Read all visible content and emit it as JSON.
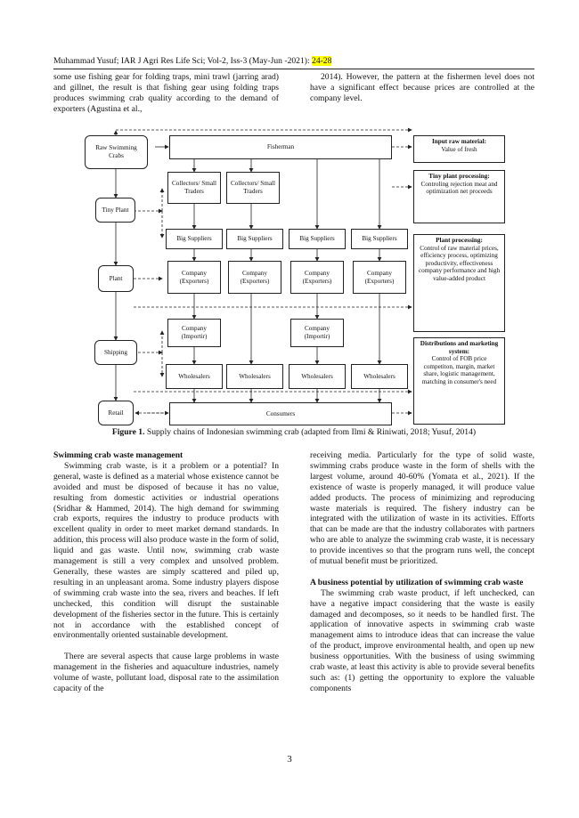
{
  "header": {
    "running_head": "Muhammad Yusuf; IAR J Agri Res Life Sci; Vol-2, Iss-3 (May-Jun -2021): ",
    "page_range": "24-28"
  },
  "top_left_text": "some use fishing gear for folding traps, mini trawl (jarring arad) and gillnet, the result is that fishing gear using folding traps produces swimming crab quality according to the demand of exporters (Agustina et al., ",
  "top_right_text": "2014). However, the pattern at the fishermen level does not have a significant effect because prices are controlled at the company level.",
  "figure": {
    "raw": "Raw Swimming Crabs",
    "fisherman": "Fisherman",
    "tiny_plant": "Tiny Plant",
    "plant": "Plant",
    "shipping": "Shipping",
    "retail": "Retail",
    "collectors": "Collectors/ Small Traders",
    "big_suppliers": "Big Suppliers",
    "company_exporters": "Company (Exporters)",
    "company_importir": "Company (Importir)",
    "wholesalers": "Wholesalers",
    "consumers": "Consumers",
    "side1_title": "Input raw material:",
    "side1_body": "Value of fresh",
    "side2_title": "Tiny plant processing:",
    "side2_body": "Controling rejection meat and optimization net proceeds",
    "side3_title": "Plant processing:",
    "side3_body": "Control of raw material prices, efficiency process, optimizing productivity, effectiveness company performance and high value-added product",
    "side4_title": "Distributions and marketing system:",
    "side4_body": "Control of FOB price competiton, margin, market share, logistic management, matching in consumer's need"
  },
  "caption": {
    "label": "Figure 1.",
    "text": " Supply chains of Indonesian swimming crab (adapted from Ilmi & Riniwati, 2018; Yusuf, 2014)"
  },
  "left_column": {
    "heading": "Swimming crab waste management",
    "p1": "Swimming crab waste, is it a problem or a potential? In general, waste is defined as a material whose existence cannot be avoided and must be disposed of because it has no value, resulting from domestic activities or industrial operations (Sridhar & Hammed, 2014). The high demand for swimming crab exports, requires the industry to produce products with excellent quality in order to meet market demand standards. In addition, this process will also produce waste in the form of solid, liquid and gas waste. Until now, swimming crab waste management is still a very complex and unsolved problem. Generally, these wastes are simply scattered and piled up, resulting in an unpleasant aroma. Some industry players dispose of swimming crab waste into the sea, rivers and beaches. If left unchecked, this condition will disrupt the sustainable development of the fisheries sector in the future. This is certainly not in accordance with the established concept of environmentally oriented sustainable development.",
    "p2": "There are several aspects that cause large problems in waste management in the fisheries and aquaculture industries, namely volume of waste, pollutant load, disposal rate to the assimilation capacity of the"
  },
  "right_column": {
    "p1": "receiving media. Particularly for the type of solid waste, swimming crabs produce waste in the form of shells with the largest volume, around 40-60% (Yomata et al., 2021). If the existence of waste is properly managed, it will produce value added products. The process of minimizing and reproducing waste materials is required. The fishery industry can be integrated with the utilization of waste in its activities. Efforts that can be made are that the industry collaborates with partners who are able to analyze the swimming crab waste, it is necessary to provide incentives so that the program runs well, the concept of mutual benefit must be prioritized.",
    "heading": "A business potential by utilization of swimming crab waste",
    "p2": "The swimming crab waste product, if left unchecked, can have a negative impact considering that the waste is easily damaged and decomposes, so it needs to be handled first. The application of innovative aspects in swimming crab waste management aims to introduce ideas that can increase the value of the product, improve environmental health, and open up new business opportunities. With the business of using swimming crab waste, at least this activity is able to provide several benefits such as: (1) getting the opportunity to explore the valuable components"
  },
  "page_number": "3"
}
